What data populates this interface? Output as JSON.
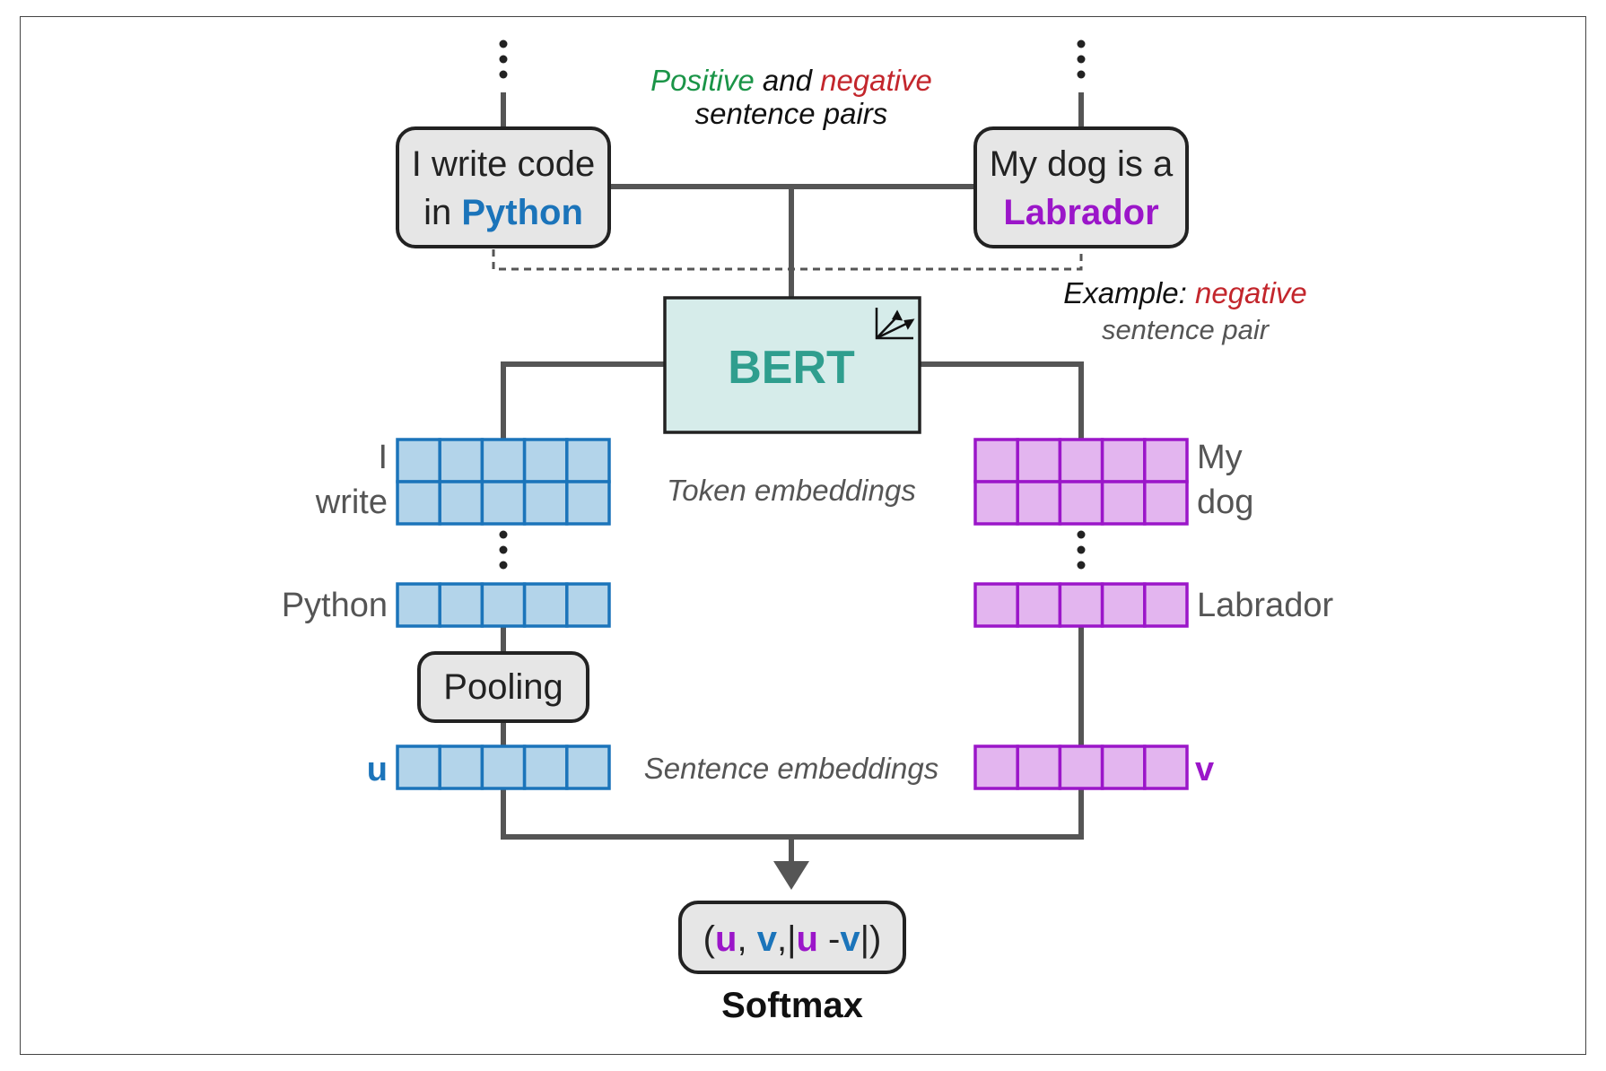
{
  "caption": {
    "positive": "Positive",
    "and": "and",
    "negative": "negative",
    "sentence_pairs": "sentence pairs"
  },
  "sentence_a": {
    "line1": "I write code",
    "line2_prefix": "in",
    "keyword": "Python"
  },
  "sentence_b": {
    "line1": "My dog is a",
    "keyword": "Labrador"
  },
  "example_note": {
    "example": "Example",
    "colon": ":",
    "negative": "negative",
    "sentence_pair": "sentence pair"
  },
  "model": {
    "label": "BERT"
  },
  "token_embeddings_label": "Token embeddings",
  "sentence_embeddings_label": "Sentence embeddings",
  "left_tokens": {
    "t1": "I",
    "t2": "write",
    "last": "Python"
  },
  "right_tokens": {
    "t1": "My",
    "t2": "dog",
    "last": "Labrador"
  },
  "pooling_label": "Pooling",
  "vectors": {
    "u": "u",
    "v": "v"
  },
  "output": {
    "open_paren": "(",
    "u1": "u",
    "comma1": ",",
    "v1": "v",
    "comma2": ",",
    "bar_open": "|",
    "u2": "u",
    "minus": "-",
    "v2": "v",
    "bar_close": "|",
    "close_paren": ")"
  },
  "softmax_label": "Softmax",
  "colors": {
    "positive_green": "#1a9447",
    "negative_red": "#c3262c",
    "python_blue": "#1b74ba",
    "labrador_purple": "#9b16c9",
    "bert_teal": "#2f9e8e",
    "bert_fill": "#d6ecea",
    "blue_cell": "#b3d4ea",
    "purple_cell": "#e3b5ef",
    "line_gray": "#555555",
    "box_fill": "#e6e6e6"
  }
}
